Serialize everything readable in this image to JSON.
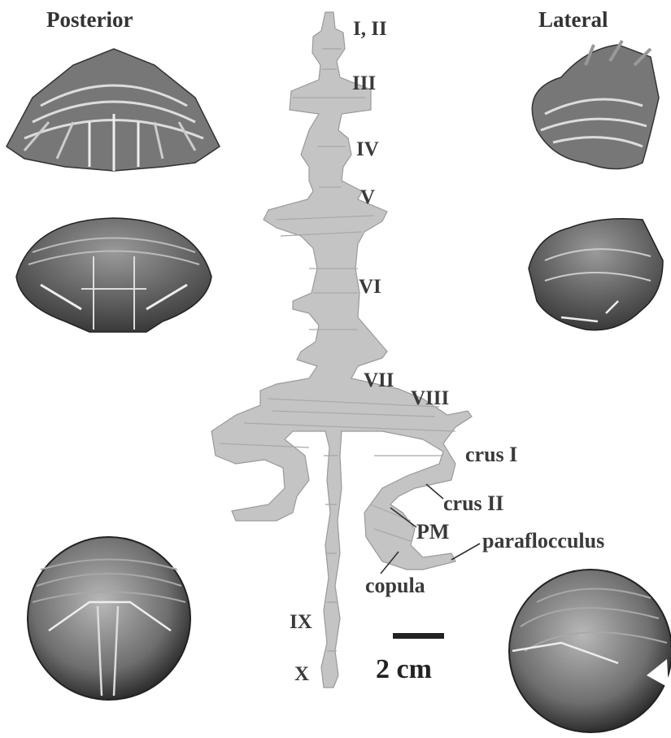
{
  "headers": {
    "posterior": "Posterior",
    "lateral": "Lateral"
  },
  "lobules": {
    "l1_2": "I, II",
    "l3": "III",
    "l4": "IV",
    "l5": "V",
    "l6": "VI",
    "l7": "VII",
    "l8": "VIII",
    "l9": "IX",
    "l10": "X"
  },
  "structures": {
    "crus1": "crus I",
    "crus2": "crus II",
    "pm": "PM",
    "paraflocculus": "paraflocculus",
    "copula": "copula"
  },
  "scale_bar": {
    "label": "2 cm"
  },
  "colors": {
    "flatmap_fill": "#c8c8c8",
    "flatmap_edge": "#9a9a9a",
    "model_dark": "#3c3c3c",
    "model_mid": "#8a8a8a",
    "text": "#333333"
  }
}
